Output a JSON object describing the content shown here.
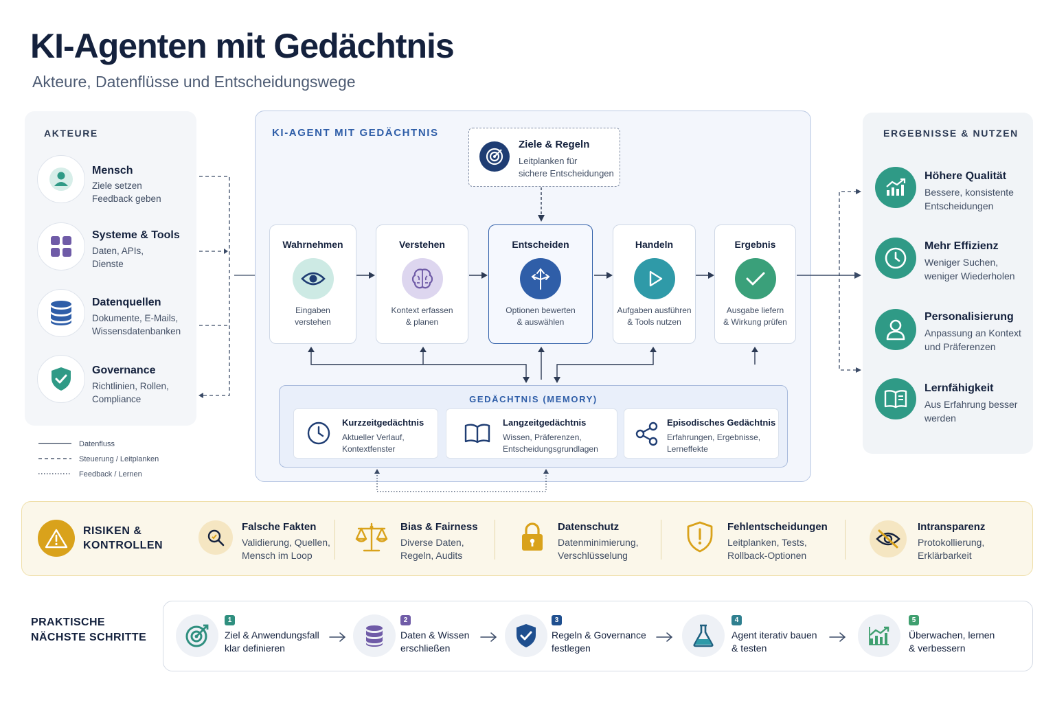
{
  "header": {
    "title": "KI-Agenten mit Gedächtnis",
    "subtitle": "Akteure, Datenflüsse und Entscheidungswege"
  },
  "actors": {
    "heading": "AKTEURE",
    "items": [
      {
        "title": "Mensch",
        "desc1": "Ziele setzen",
        "desc2": "Feedback geben",
        "icon": "person-icon"
      },
      {
        "title": "Systeme & Tools",
        "desc1": "Daten, APIs,",
        "desc2": "Dienste",
        "icon": "grid-icon"
      },
      {
        "title": "Datenquellen",
        "desc1": "Dokumente, E-Mails,",
        "desc2": "Wissensdatenbanken",
        "icon": "database-icon"
      },
      {
        "title": "Governance",
        "desc1": "Richtlinien, Rollen,",
        "desc2": "Compliance",
        "icon": "shield-check-icon"
      }
    ]
  },
  "legend": {
    "items": [
      "Datenfluss",
      "Steuerung / Leitplanken",
      "Feedback / Lernen"
    ]
  },
  "agent": {
    "heading": "KI-AGENT MIT GEDÄCHTNIS",
    "goals": {
      "title": "Ziele & Regeln",
      "desc1": "Leitplanken für",
      "desc2": "sichere Entscheidungen"
    },
    "steps": [
      {
        "title": "Wahrnehmen",
        "desc1": "Eingaben",
        "desc2": "verstehen",
        "icon": "eye-icon"
      },
      {
        "title": "Verstehen",
        "desc1": "Kontext erfassen",
        "desc2": "& planen",
        "icon": "brain-icon"
      },
      {
        "title": "Entscheiden",
        "desc1": "Optionen bewerten",
        "desc2": "& auswählen",
        "icon": "split-arrows-icon"
      },
      {
        "title": "Handeln",
        "desc1": "Aufgaben ausführen",
        "desc2": "& Tools nutzen",
        "icon": "play-icon"
      },
      {
        "title": "Ergebnis",
        "desc1": "Ausgabe liefern",
        "desc2": "& Wirkung prüfen",
        "icon": "check-icon"
      }
    ],
    "memory": {
      "heading": "GEDÄCHTNIS (MEMORY)",
      "items": [
        {
          "title": "Kurzzeitgedächtnis",
          "desc1": "Aktueller Verlauf,",
          "desc2": "Kontextfenster",
          "icon": "clock-icon"
        },
        {
          "title": "Langzeitgedächtnis",
          "desc1": "Wissen, Präferenzen,",
          "desc2": "Entscheidungsgrundlagen",
          "icon": "book-icon"
        },
        {
          "title": "Episodisches Gedächtnis",
          "desc1": "Erfahrungen, Ergebnisse,",
          "desc2": "Lerneffekte",
          "icon": "share-nodes-icon"
        }
      ]
    }
  },
  "results": {
    "heading": "ERGEBNISSE & NUTZEN",
    "items": [
      {
        "title": "Höhere Qualität",
        "desc1": "Bessere, konsistente",
        "desc2": "Entscheidungen",
        "icon": "chart-up-icon"
      },
      {
        "title": "Mehr Effizienz",
        "desc1": "Weniger Suchen,",
        "desc2": "weniger Wiederholen",
        "icon": "clock-icon"
      },
      {
        "title": "Personalisierung",
        "desc1": "Anpassung an Kontext",
        "desc2": "und Präferenzen",
        "icon": "user-icon"
      },
      {
        "title": "Lernfähigkeit",
        "desc1": "Aus Erfahrung besser",
        "desc2": "werden",
        "icon": "open-book-icon"
      }
    ]
  },
  "risks": {
    "heading1": "RISIKEN &",
    "heading2": "KONTROLLEN",
    "items": [
      {
        "title": "Falsche Fakten",
        "desc1": "Validierung, Quellen,",
        "desc2": "Mensch im Loop",
        "icon": "magnifier-icon"
      },
      {
        "title": "Bias & Fairness",
        "desc1": "Diverse Daten,",
        "desc2": "Regeln, Audits",
        "icon": "scales-icon"
      },
      {
        "title": "Datenschutz",
        "desc1": "Datenminimierung,",
        "desc2": "Verschlüsselung",
        "icon": "lock-icon"
      },
      {
        "title": "Fehlentscheidungen",
        "desc1": "Leitplanken, Tests,",
        "desc2": "Rollback-Optionen",
        "icon": "shield-alert-icon"
      },
      {
        "title": "Intransparenz",
        "desc1": "Protokollierung,",
        "desc2": "Erklärbarkeit",
        "icon": "eye-off-icon"
      }
    ]
  },
  "next_steps": {
    "heading1": "PRAKTISCHE",
    "heading2": "NÄCHSTE SCHRITTE",
    "items": [
      {
        "num": "1",
        "line1": "Ziel & Anwendungsfall",
        "line2": "klar definieren",
        "icon": "target-icon",
        "color": "#2f8f7f"
      },
      {
        "num": "2",
        "line1": "Daten & Wissen",
        "line2": "erschließen",
        "icon": "database-icon",
        "color": "#6f5ba7"
      },
      {
        "num": "3",
        "line1": "Regeln & Governance",
        "line2": "festlegen",
        "icon": "shield-check-icon",
        "color": "#1f4f8f"
      },
      {
        "num": "4",
        "line1": "Agent iterativ bauen",
        "line2": "& testen",
        "icon": "flask-icon",
        "color": "#2f7f8f"
      },
      {
        "num": "5",
        "line1": "Überwachen, lernen",
        "line2": "& verbessern",
        "icon": "chart-up-icon",
        "color": "#3f9f6f"
      }
    ]
  },
  "colors": {
    "navy": "#14213d",
    "teal": "#2f9a86",
    "blue": "#2f5ea8",
    "gold": "#d9a21b",
    "purple": "#6f5ba7"
  }
}
